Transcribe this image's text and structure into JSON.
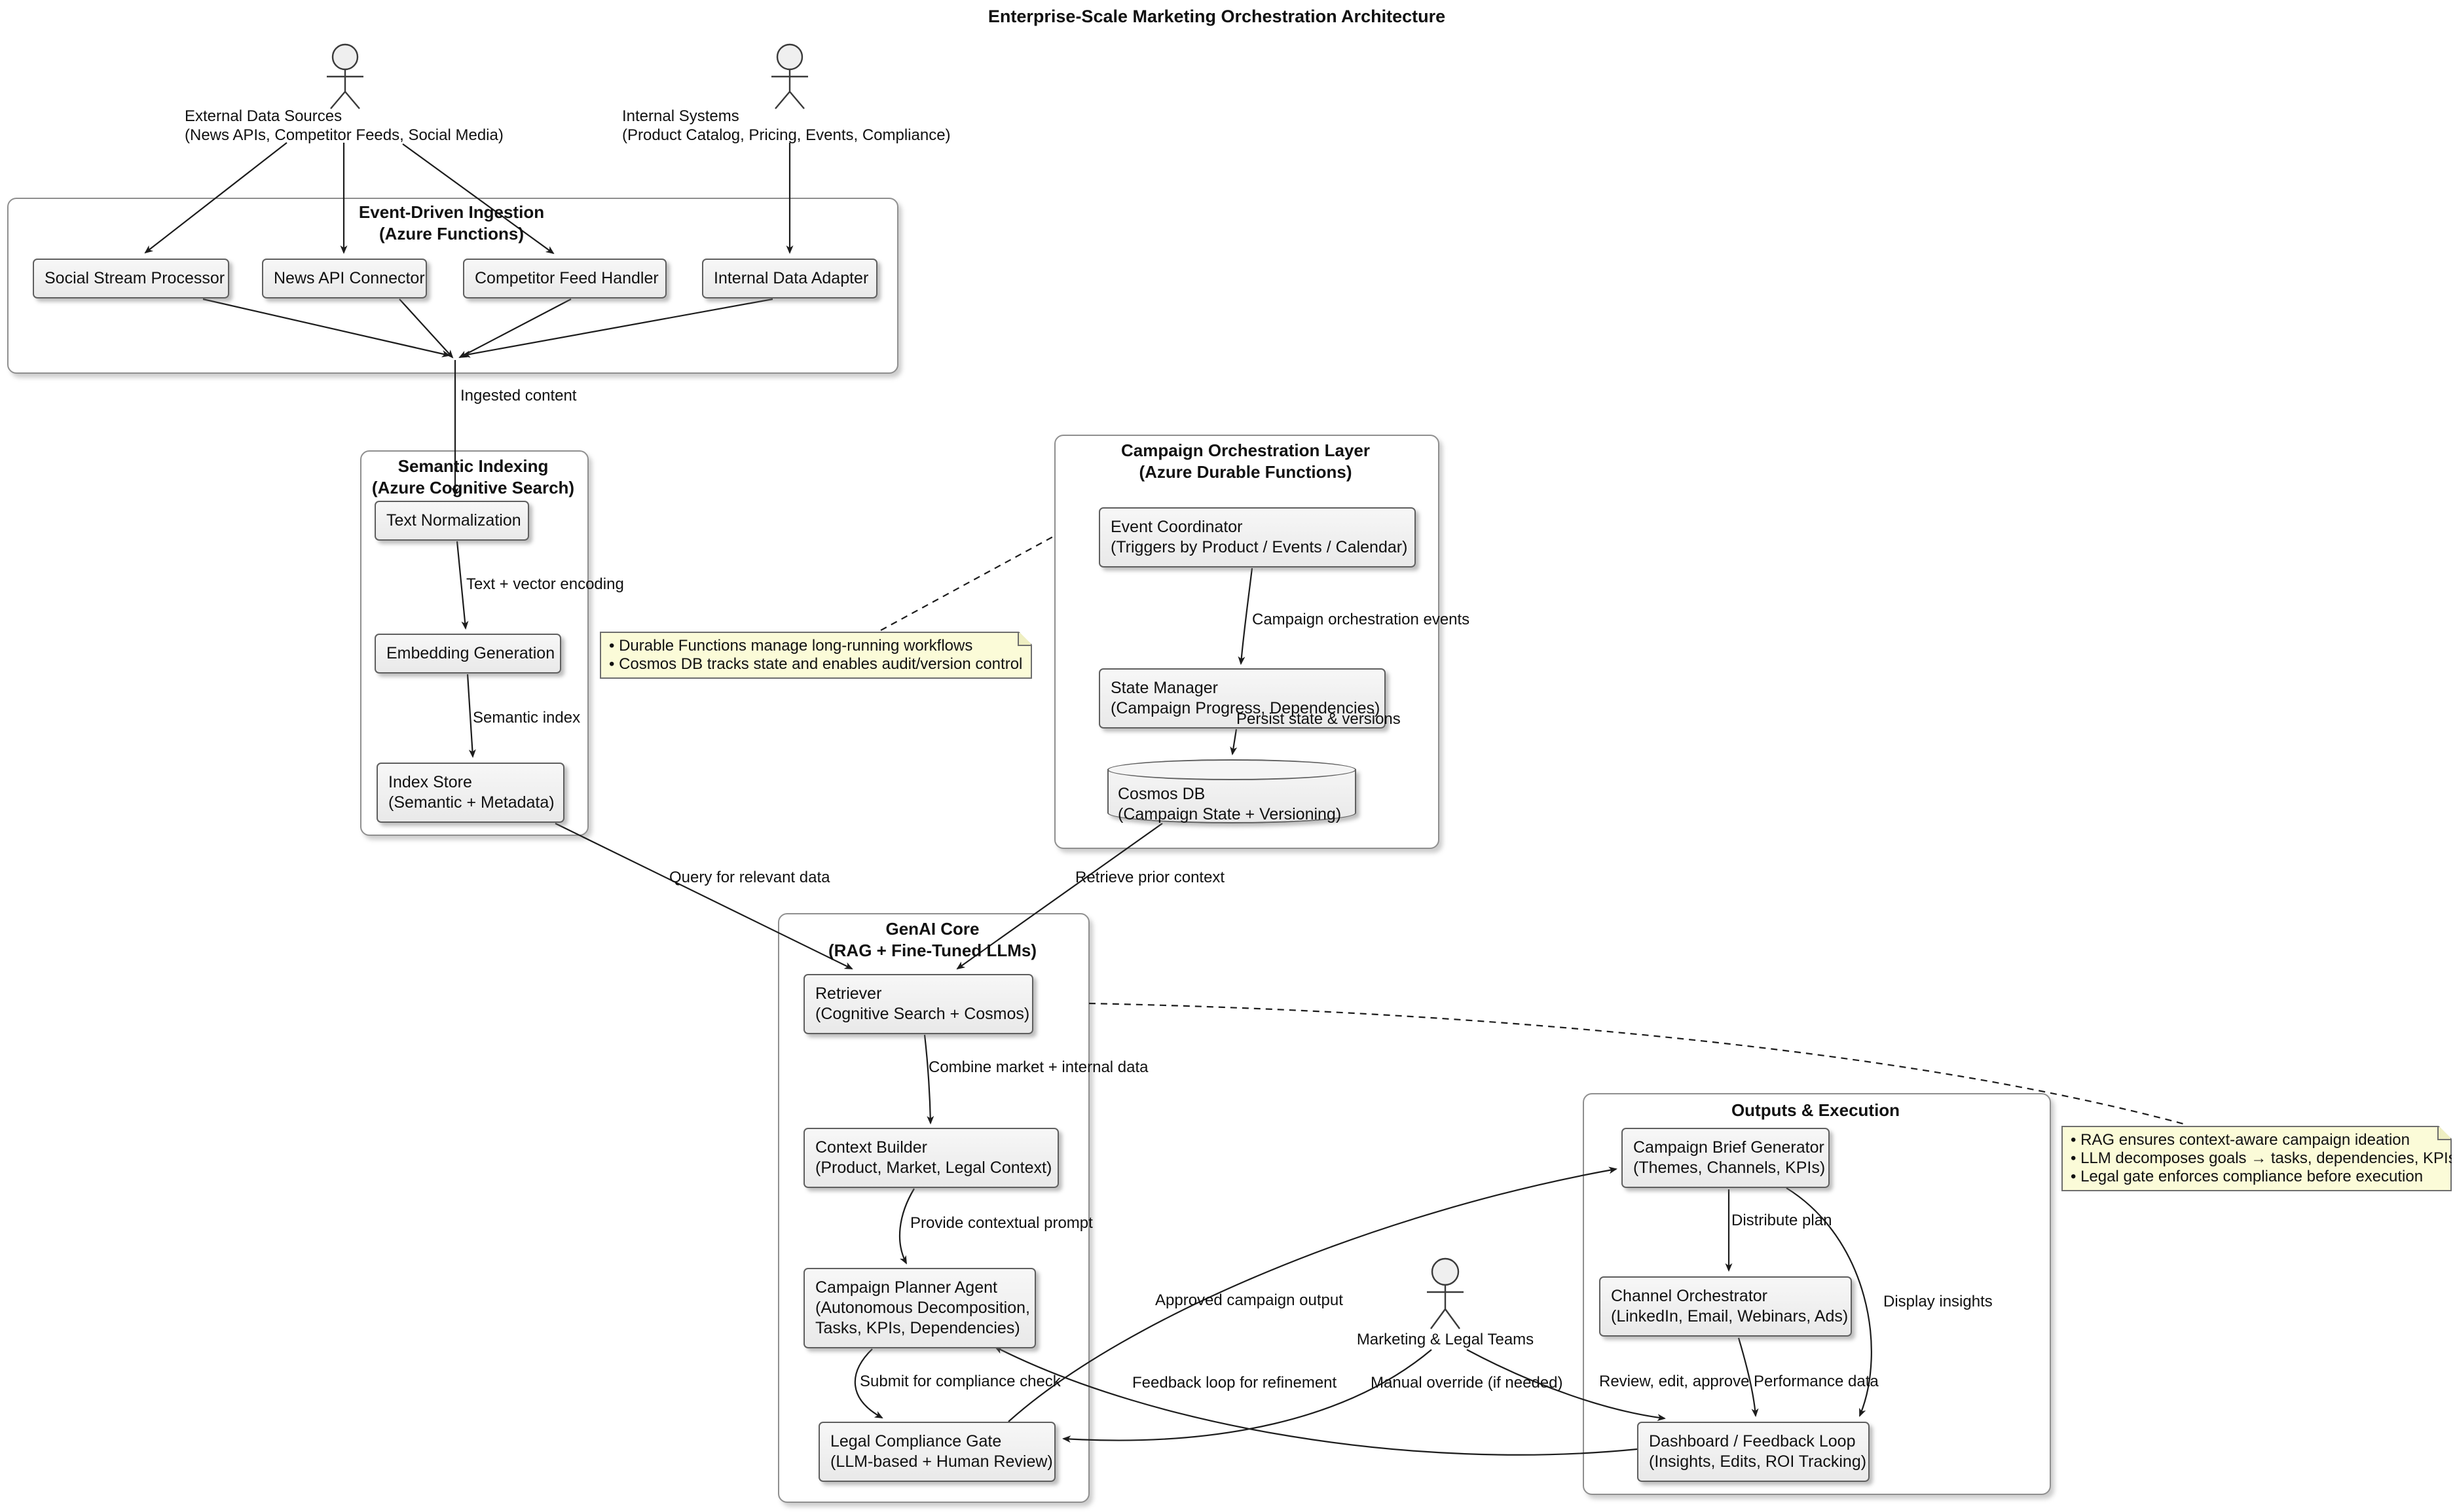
{
  "title": "Enterprise-Scale Marketing Orchestration Architecture",
  "actors": {
    "external": {
      "line1": "External Data Sources",
      "line2": "(News APIs, Competitor Feeds, Social Media)"
    },
    "internal": {
      "line1": "Internal Systems",
      "line2": "(Product Catalog, Pricing, Events, Compliance)"
    },
    "marketing": {
      "label": "Marketing & Legal Teams"
    }
  },
  "groups": {
    "ingestion": {
      "line1": "Event-Driven Ingestion",
      "line2": "(Azure Functions)"
    },
    "semantic": {
      "line1": "Semantic Indexing",
      "line2": "(Azure Cognitive Search)"
    },
    "orchestration": {
      "line1": "Campaign Orchestration Layer",
      "line2": "(Azure Durable Functions)"
    },
    "genai": {
      "line1": "GenAI Core",
      "line2": "(RAG + Fine-Tuned LLMs)"
    },
    "outputs": {
      "line1": "Outputs & Execution"
    }
  },
  "nodes": {
    "social": {
      "line1": "Social Stream Processor"
    },
    "news": {
      "line1": "News API Connector"
    },
    "competitor": {
      "line1": "Competitor Feed Handler"
    },
    "adapter": {
      "line1": "Internal Data Adapter"
    },
    "textnorm": {
      "line1": "Text Normalization"
    },
    "embedding": {
      "line1": "Embedding Generation"
    },
    "indexstore": {
      "line1": "Index Store",
      "line2": "(Semantic + Metadata)"
    },
    "eventcoord": {
      "line1": "Event Coordinator",
      "line2": "(Triggers by Product / Events / Calendar)"
    },
    "statemgr": {
      "line1": "State Manager",
      "line2": "(Campaign Progress, Dependencies)"
    },
    "cosmos": {
      "line1": "Cosmos DB",
      "line2": "(Campaign State + Versioning)"
    },
    "retriever": {
      "line1": "Retriever",
      "line2": "(Cognitive Search + Cosmos)"
    },
    "contextbuilder": {
      "line1": "Context Builder",
      "line2": "(Product, Market, Legal Context)"
    },
    "planner": {
      "line1": "Campaign Planner Agent",
      "line2": "(Autonomous Decomposition,",
      "line3": "Tasks, KPIs, Dependencies)"
    },
    "legalgate": {
      "line1": "Legal Compliance Gate",
      "line2": "(LLM-based + Human Review)"
    },
    "brief": {
      "line1": "Campaign Brief Generator",
      "line2": "(Themes, Channels, KPIs)"
    },
    "channel": {
      "line1": "Channel Orchestrator",
      "line2": "(LinkedIn, Email, Webinars, Ads)"
    },
    "dashboard": {
      "line1": "Dashboard / Feedback Loop",
      "line2": "(Insights, Edits, ROI Tracking)"
    }
  },
  "notes": {
    "durable": {
      "line1": "• Durable Functions manage long-running workflows",
      "line2": "• Cosmos DB tracks state and enables audit/version control"
    },
    "rag": {
      "line1": "• RAG ensures context-aware campaign ideation",
      "line2": "• LLM decomposes goals → tasks, dependencies, KPIs",
      "line3": "• Legal gate enforces compliance before execution"
    }
  },
  "edge_labels": {
    "ingested": "Ingested content",
    "textvec": "Text + vector encoding",
    "semindex": "Semantic index",
    "query": "Query for relevant data",
    "retrieve": "Retrieve prior context",
    "events": "Campaign orchestration events",
    "persist": "Persist state & versions",
    "combine": "Combine market + internal data",
    "prompt": "Provide contextual prompt",
    "submit": "Submit for compliance check",
    "approved": "Approved campaign output",
    "feedback": "Feedback loop for refinement",
    "manual": "Manual override (if needed)",
    "review": "Review, edit, approve",
    "performance": "Performance data",
    "distribute": "Distribute plan",
    "display": "Display insights"
  },
  "colors": {
    "background": "#FFFFFF",
    "node_fill": "#F0F0F0",
    "node_border": "#5F5F5F",
    "group_border": "#8F8F8F",
    "note_fill": "#FBFBD8",
    "note_border": "#6E6E6E",
    "edge": "#1C1C1C",
    "text": "#111111"
  }
}
